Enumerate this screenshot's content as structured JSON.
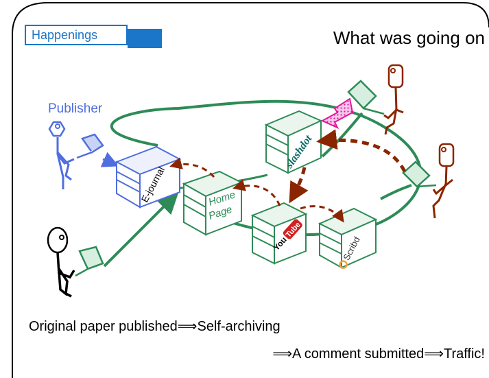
{
  "header": {
    "tag_label": "Happenings",
    "title": "What was going on"
  },
  "diagram": {
    "publisher_label": "Publisher",
    "servers": {
      "ejournal": "E-journal",
      "homepage_line1": "Home",
      "homepage_line2": "Page",
      "slashdot": "slashdot",
      "youtube_you": "You",
      "youtube_tube": "Tube",
      "scribd": "Scribd"
    }
  },
  "captions": {
    "line1": "Original paper published⟹Self-archiving",
    "line2": "⟹A comment submitted⟹Traffic!"
  },
  "colors": {
    "accent_blue": "#1b75c8",
    "publisher_blue": "#4f6ee0",
    "network_green": "#2e8b57",
    "flow_brown": "#8b2500",
    "slashdot_pink": "#e0189a"
  }
}
